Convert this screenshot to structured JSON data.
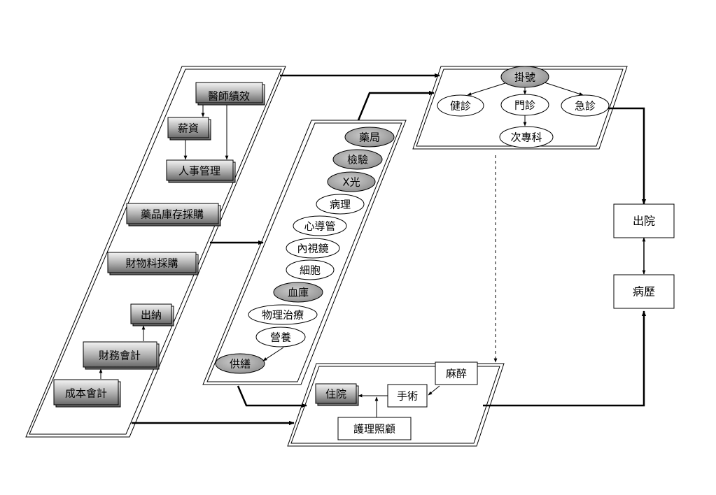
{
  "admin_panel": {
    "doctor_performance": "醫師績效",
    "salary": "薪資",
    "personnel": "人事管理",
    "drug_inventory": "藥品庫存採購",
    "materials": "財物料採購",
    "cashier": "出納",
    "financial_accounting": "財務會計",
    "cost_accounting": "成本會計"
  },
  "dept_panel": {
    "items": [
      "藥局",
      "檢驗",
      "X光",
      "病理",
      "心導管",
      "內視鏡",
      "細胞",
      "血庫",
      "物理治療",
      "營養",
      "供繕"
    ]
  },
  "outpatient_panel": {
    "registration": "掛號",
    "health_check": "健診",
    "clinic": "門診",
    "emergency": "急診",
    "specialty": "次專科"
  },
  "inpatient_panel": {
    "admission": "住院",
    "surgery": "手術",
    "anesthesia": "麻醉",
    "nursing": "護理照顧"
  },
  "discharge": "出院",
  "medical_record": "病歷"
}
